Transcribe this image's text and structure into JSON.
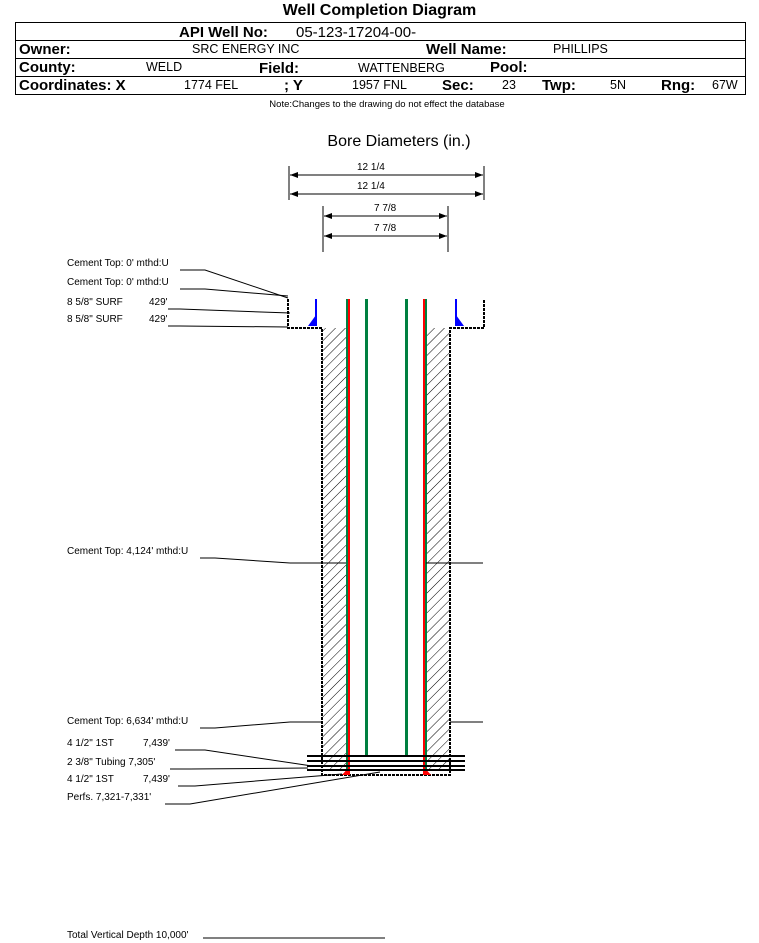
{
  "title": "Well Completion Diagram",
  "header": {
    "api_label": "API Well No:",
    "api_value": "05-123-17204-00-",
    "owner_label": "Owner:",
    "owner_value": "SRC ENERGY INC",
    "well_name_label": "Well Name:",
    "well_name_value": "PHILLIPS",
    "county_label": "County:",
    "county_value": "WELD",
    "field_label": "Field:",
    "field_value": "WATTENBERG",
    "pool_label": "Pool:",
    "coord_x_label": "Coordinates: X",
    "coord_x_value": "1774 FEL",
    "coord_y_label": "; Y",
    "coord_y_value": "1957 FNL",
    "sec_label": "Sec:",
    "sec_value": "23",
    "twp_label": "Twp:",
    "twp_value": "5N",
    "rng_label": "Rng:",
    "rng_value": "67W"
  },
  "note": "Note:Changes to the drawing do not effect the database",
  "bore": {
    "title": "Bore Diameters (in.)",
    "dims": [
      "12 1/4",
      "12 1/4",
      "7 7/8",
      "7 7/8"
    ]
  },
  "labels": {
    "ct1": "Cement Top: 0' mthd:U",
    "ct2": "Cement Top: 0' mthd:U",
    "surf1": "8 5/8\" SURF",
    "surf1_depth": "429'",
    "surf2": "8 5/8\" SURF",
    "surf2_depth": "429'",
    "ct3": "Cement Top: 4,124' mthd:U",
    "ct4": "Cement Top: 6,634' mthd:U",
    "prod1": "4 1/2\" 1ST",
    "prod1_depth": "7,439'",
    "tubing": "2 3/8\" Tubing 7,305'",
    "prod2": "4 1/2\" 1ST",
    "prod2_depth": "7,439'",
    "perfs": "Perfs. 7,321-7,331'",
    "tvd": "Total Vertical Depth 10,000'"
  },
  "colors": {
    "casing_red": "#ff0000",
    "casing_green": "#008040",
    "surface_blue": "#0000ff"
  }
}
